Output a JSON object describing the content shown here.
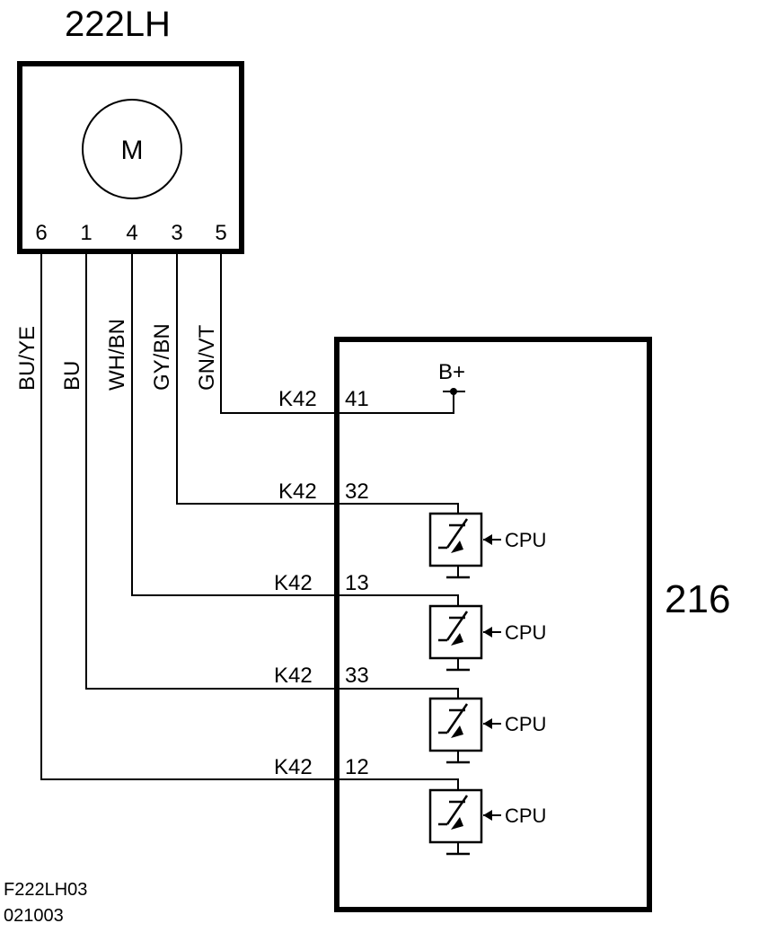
{
  "component": {
    "id": "222LH",
    "motor_label": "M",
    "pins": [
      "6",
      "1",
      "4",
      "3",
      "5"
    ]
  },
  "wire_colors": [
    "BU/YE",
    "BU",
    "WH/BN",
    "GY/BN",
    "GN/VT"
  ],
  "module": {
    "id": "216",
    "supply_label": "B+",
    "connections": [
      {
        "connector": "K42",
        "pin": "41"
      },
      {
        "connector": "K42",
        "pin": "32"
      },
      {
        "connector": "K42",
        "pin": "13"
      },
      {
        "connector": "K42",
        "pin": "33"
      },
      {
        "connector": "K42",
        "pin": "12"
      }
    ],
    "driver_labels": [
      "CPU",
      "CPU",
      "CPU",
      "CPU"
    ]
  },
  "footer": {
    "figure_code": "F222LH03",
    "date_code": "021003"
  }
}
